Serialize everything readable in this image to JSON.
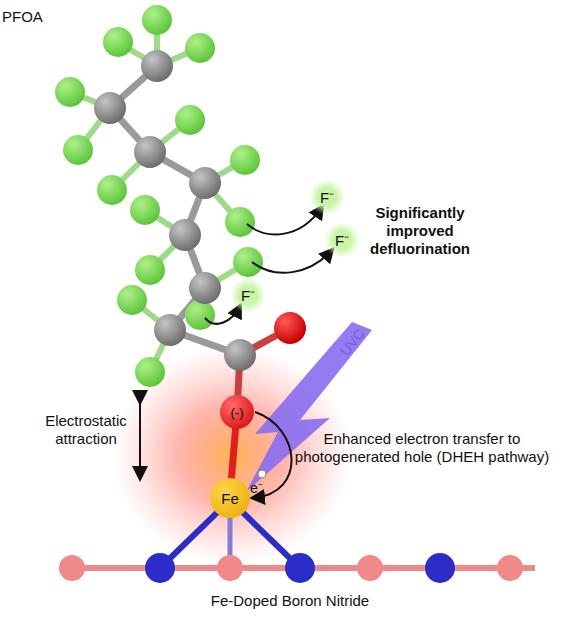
{
  "diagram": {
    "nodes": [
      {
        "text": [
          "F⁻"
        ]
      },
      {
        "text": [
          "F⁻"
        ]
      },
      {
        "text": [
          "F⁻"
        ]
      },
      {
        "text": [
          "(-)"
        ]
      },
      {
        "text": [
          "Fe"
        ]
      }
    ],
    "edges": [
      {
        "from": 3,
        "to": 4,
        "arrow": "to"
      }
    ],
    "labels": [
      "PFOA",
      "Significantly improved defluorination",
      "UVC",
      "Electrostatic attraction",
      "e⁻",
      "Enhanced electron transfer to photogenerated hole (DHEH pathway)",
      "Fe-Doped Boron Nitride"
    ]
  }
}
